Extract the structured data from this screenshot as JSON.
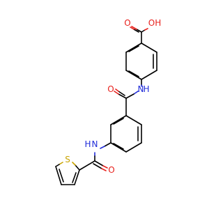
{
  "molecule": {
    "atoms": {
      "acid_hydroxyl": "OH",
      "acid_carbonyl_o": "O",
      "amide1_nh": "N",
      "amide1_h": "H",
      "amide1_o": "O",
      "amide2_nh": "N",
      "amide2_h": "H",
      "amide2_o": "O",
      "thiophene_s": "S"
    },
    "colors": {
      "bond": "#000000",
      "oxygen": "#e8211d",
      "nitrogen": "#1f2bd9",
      "sulfur": "#c9a400"
    }
  }
}
